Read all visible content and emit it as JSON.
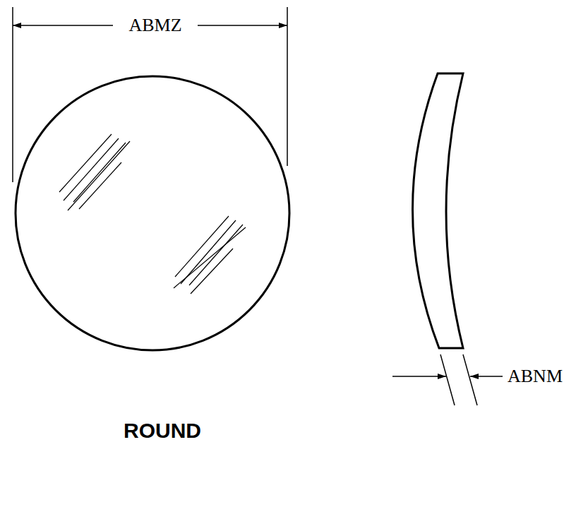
{
  "diagram": {
    "caption": "ROUND",
    "labels": [
      "ABMZ",
      "ABNM"
    ]
  }
}
